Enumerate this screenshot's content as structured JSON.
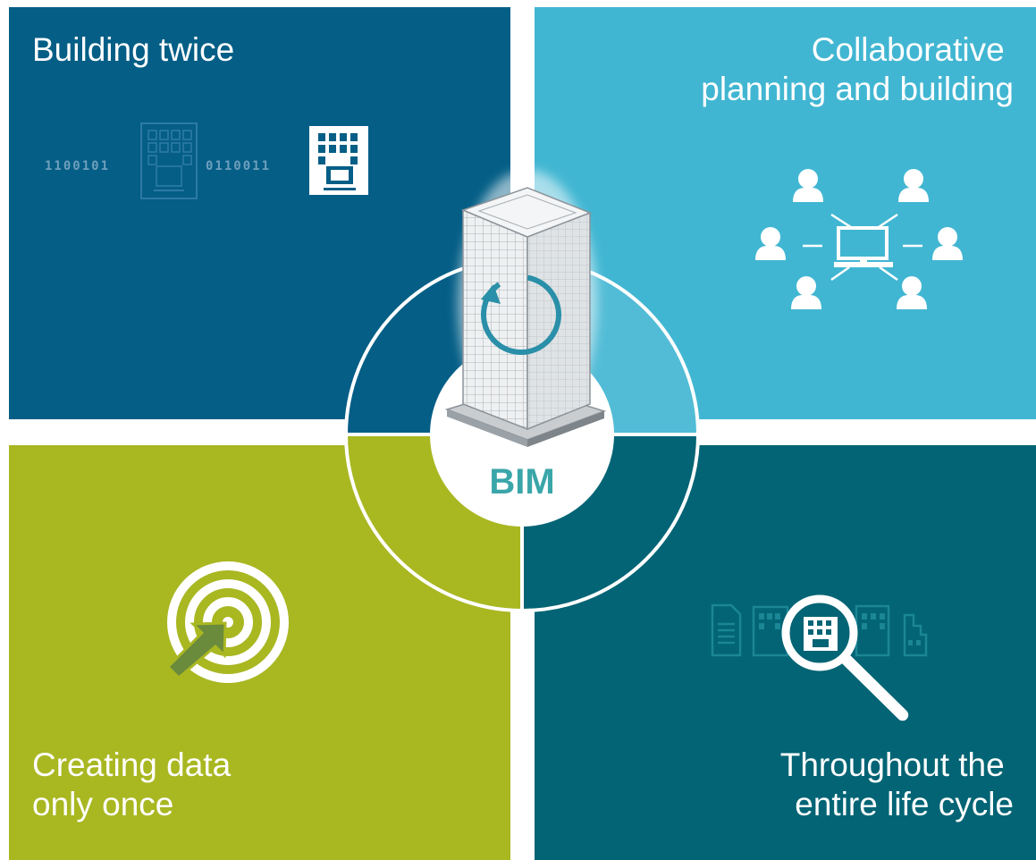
{
  "center": {
    "label": "BIM"
  },
  "quadrants": {
    "top_left": {
      "lines": [
        "Building twice"
      ],
      "binary_left": "1100101",
      "binary_right": "0110011"
    },
    "top_right": {
      "lines": [
        "Collaborative",
        "planning and building"
      ]
    },
    "bottom_left": {
      "lines": [
        "Creating data",
        "only once"
      ]
    },
    "bottom_right": {
      "lines": [
        "Throughout the",
        "entire life cycle"
      ]
    }
  },
  "colors": {
    "top_left": "#045E86",
    "top_right": "#41B6D2",
    "top_right_arc": "#52BCD6",
    "bottom_left": "#A9B721",
    "bottom_right": "#026474",
    "accent": "#3AA6A9"
  }
}
